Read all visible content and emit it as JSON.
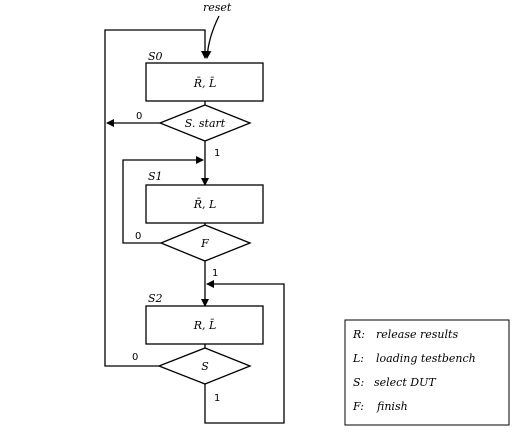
{
  "diagram": {
    "reset_label": "reset",
    "states": [
      {
        "name": "S0",
        "content": "R̄, L̄"
      },
      {
        "name": "S1",
        "content": "R̄, L"
      },
      {
        "name": "S2",
        "content": "R, L̄"
      }
    ],
    "decisions": [
      {
        "condition": "S. start",
        "false_label": "0",
        "true_label": "1"
      },
      {
        "condition": "F",
        "false_label": "0",
        "true_label": "1"
      },
      {
        "condition": "S",
        "false_label": "0",
        "true_label": "1"
      }
    ],
    "legend": [
      {
        "key": "R:",
        "text": "release results"
      },
      {
        "key": "L:",
        "text": "loading testbench"
      },
      {
        "key": "S:",
        "text": "select DUT"
      },
      {
        "key": "F:",
        "text": "finish"
      }
    ]
  }
}
